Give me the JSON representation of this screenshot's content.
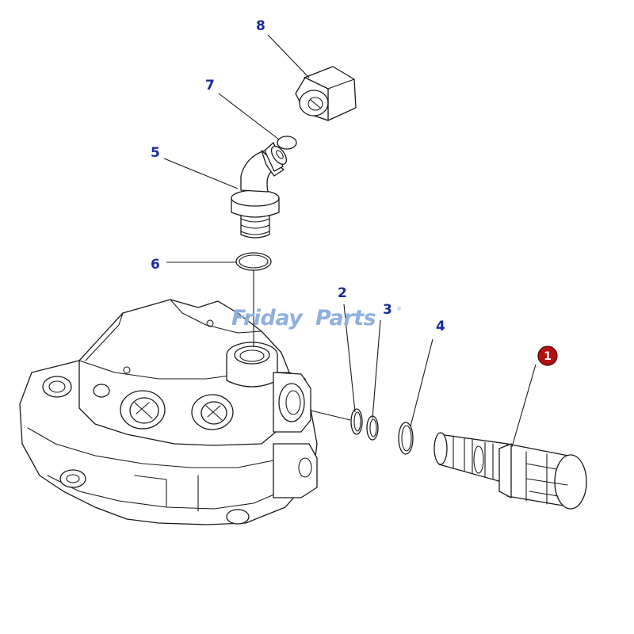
{
  "callouts": {
    "c1": "1",
    "c2": "2",
    "c3": "3",
    "c4": "4",
    "c5": "5",
    "c6": "6",
    "c7": "7",
    "c8": "8"
  },
  "watermark": {
    "part_a": "Friday",
    "part_b": "Parts",
    "registered": "®"
  },
  "colors": {
    "callout_blue": "#1a2a9c",
    "badge_red": "#b01212",
    "watermark_blue": "#8fb0de",
    "watermark_gold": "#e3a33a",
    "line": "#1a1a1a"
  }
}
